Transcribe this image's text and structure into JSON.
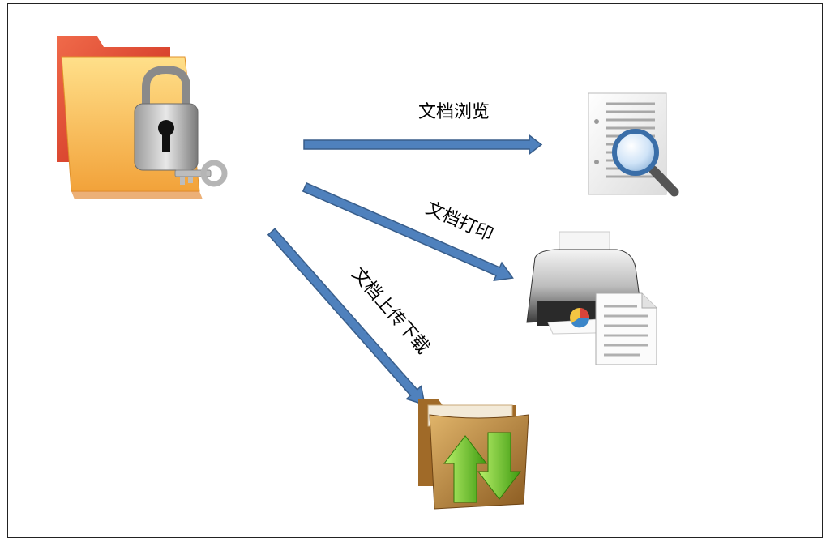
{
  "labels": {
    "browse": "文档浏览",
    "print": "文档打印",
    "transfer": "文档上传下载"
  },
  "icons": {
    "source": "locked-folder-icon",
    "browse": "document-search-icon",
    "print": "printer-icon",
    "transfer": "upload-download-folder-icon"
  },
  "colors": {
    "arrow_fill": "#4f81bd",
    "arrow_stroke": "#385d8a",
    "frame": "#222222"
  }
}
